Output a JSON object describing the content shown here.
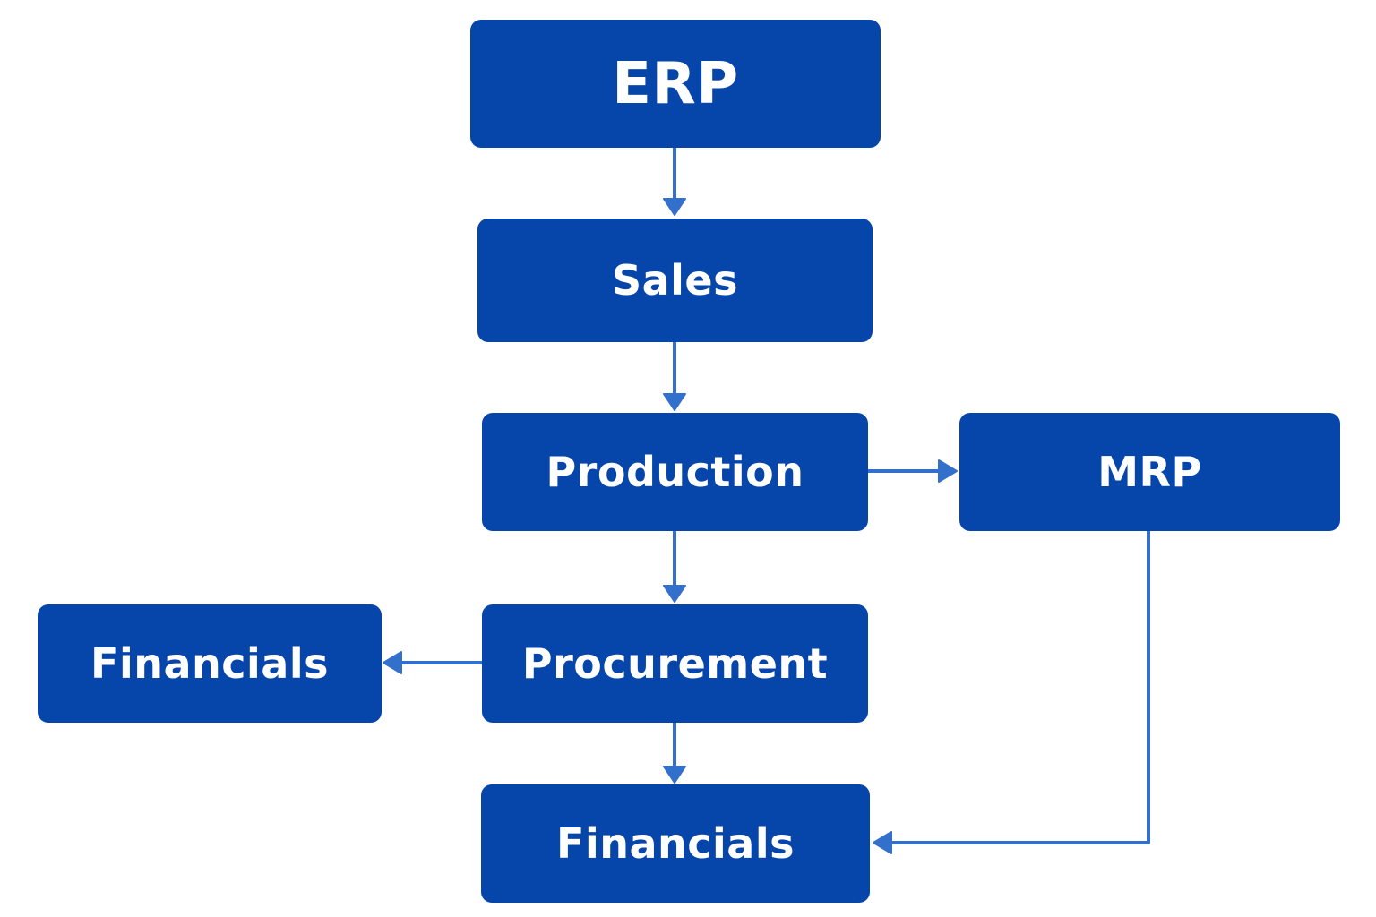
{
  "diagram": {
    "type": "flowchart",
    "colors": {
      "node_fill": "#0645a9",
      "node_text": "#ffffff",
      "edge": "#3370cc",
      "background": "#ffffff"
    },
    "nodes": [
      {
        "id": "erp",
        "label": "ERP"
      },
      {
        "id": "sales",
        "label": "Sales"
      },
      {
        "id": "production",
        "label": "Production"
      },
      {
        "id": "mrp",
        "label": "MRP"
      },
      {
        "id": "procurement",
        "label": "Procurement"
      },
      {
        "id": "financials_left",
        "label": "Financials"
      },
      {
        "id": "financials_bottom",
        "label": "Financials"
      }
    ],
    "edges": [
      {
        "from": "erp",
        "to": "sales"
      },
      {
        "from": "sales",
        "to": "production"
      },
      {
        "from": "production",
        "to": "mrp"
      },
      {
        "from": "production",
        "to": "procurement"
      },
      {
        "from": "procurement",
        "to": "financials_left"
      },
      {
        "from": "procurement",
        "to": "financials_bottom"
      },
      {
        "from": "mrp",
        "to": "financials_bottom"
      }
    ]
  }
}
